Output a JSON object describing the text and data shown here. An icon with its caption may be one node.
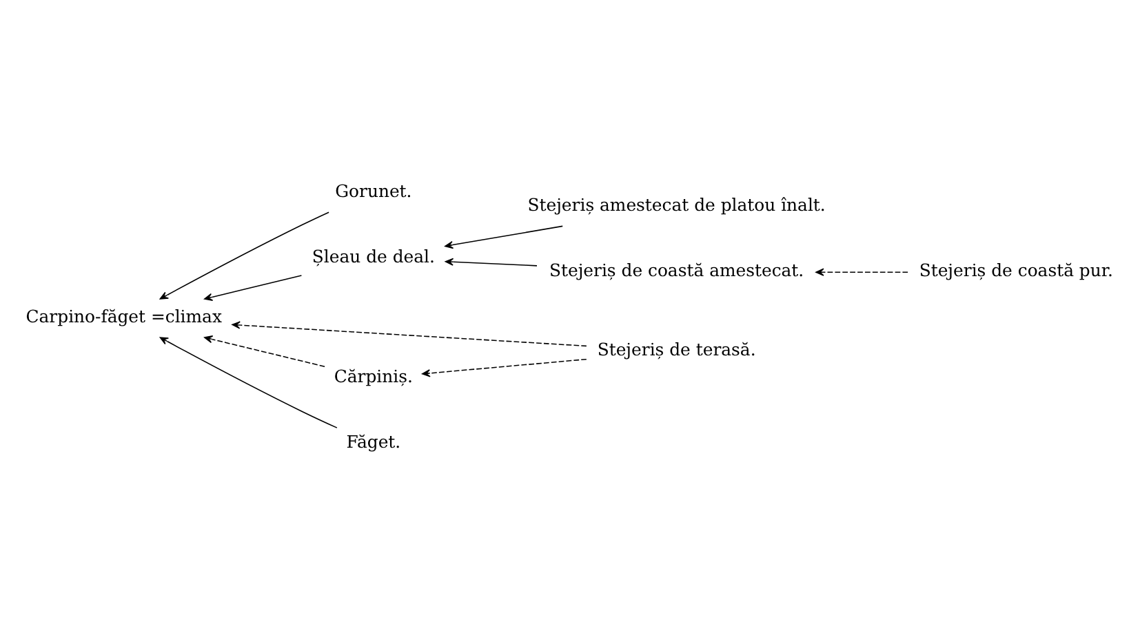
{
  "diagram": {
    "nodes": [
      {
        "text": [
          "Carpino-făget =climax"
        ]
      },
      {
        "text": [
          "Gorunet."
        ]
      },
      {
        "text": [
          "Șleau de deal."
        ]
      },
      {
        "text": [
          "Stejeriș amestecat de platou înalt."
        ]
      },
      {
        "text": [
          "Stejeriș de terasă."
        ]
      },
      {
        "text": [
          "Stejeriș de coastă amestecat."
        ]
      },
      {
        "text": [
          "Cărpiniș."
        ]
      },
      {
        "text": [
          "Stejeriș de coastă pur."
        ]
      },
      {
        "text": [
          "Făget."
        ]
      }
    ],
    "edges": [
      {
        "from": 1,
        "to": 0,
        "arrow": "to"
      },
      {
        "from": 2,
        "to": 0,
        "arrow": "to"
      },
      {
        "from": 3,
        "to": 2,
        "arrow": "to"
      },
      {
        "from": 5,
        "to": 2,
        "arrow": "to"
      },
      {
        "from": 4,
        "to": 0,
        "arrow": "to",
        "style": "dashed"
      },
      {
        "from": 4,
        "to": 6,
        "arrow": "to",
        "style": "dashed"
      },
      {
        "from": 6,
        "to": 0,
        "arrow": "to",
        "style": "dashed"
      },
      {
        "from": 7,
        "to": 5,
        "arrow": "to",
        "style": "dashed"
      },
      {
        "from": 8,
        "to": 0,
        "arrow": "to"
      }
    ]
  }
}
